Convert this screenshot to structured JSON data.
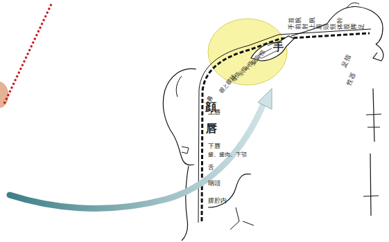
{
  "diagram": {
    "labels": [
      "手",
      "手首",
      "前腕",
      "肘",
      "上腕",
      "肩",
      "頭",
      "頸",
      "体幹",
      "股",
      "脚",
      "足",
      "足指",
      "性器",
      "小指",
      "薬指",
      "中指",
      "示指",
      "母指",
      "眼と眼球",
      "鼻",
      "顔",
      "上唇",
      "唇",
      "下唇",
      "歯、歯肉、下顎",
      "舌",
      "咽頭",
      "腹腔内"
    ]
  }
}
